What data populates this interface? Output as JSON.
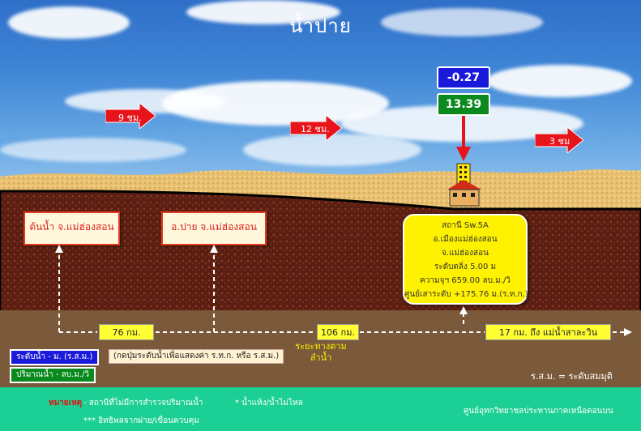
{
  "title": "น้ำปาย",
  "speeds": [
    {
      "label": "9 ชม."
    },
    {
      "label": "12 ชม."
    },
    {
      "label": "3 ชม"
    }
  ],
  "station_values": {
    "level_diff": "-0.27",
    "level_value": "13.39"
  },
  "locations": {
    "source": "ต้นน้ำ จ.แม่ฮ่องสอน",
    "pai": "อ.ปาย จ.แม่ฮ่องสอน"
  },
  "station": {
    "name": "สถานี Sw.5A",
    "district": "อ.เมืองแม่ฮ่องสอน",
    "province": "จ.แม่ฮ่องสอน",
    "bank_level": "ระดับตลิ่ง 5.00 ม",
    "capacity": "ความจุฯ 659.00 ลบ.ม./วิ",
    "datum": "ศูนย์เสาระดับ +175.76 ม.(ร.ท.ก.)"
  },
  "distances": {
    "d1": "76 กม.",
    "d2": "106 กม.",
    "d3": "17 กม. ถึง แม่น้ำสาละวิน"
  },
  "river_distance_label": "ระยะทางตามลำน้ำ",
  "legend": {
    "level_label": "ระดับน้ำ - ม. (ร.ส.ม.)",
    "flow_label": "ปริมาณน้ำ - ลบ.ม./วิ",
    "hint": "(กดปุ่มระดับน้ำเพื่อแสดงค่า ร.ท.ก. หรือ ร.ส.ม.)",
    "abbreviation": "ร.ส.ม. = ระดับสมมุติ"
  },
  "notes": {
    "heading": "หมายเหตุ",
    "no_survey": "-  สถานีที่ไม่มีการสำรวจปริมาณน้ำ",
    "dry": "*  น้ำแห้ง/น้ำไม่ไหล",
    "backwater": "*** อิทธิพลจากฝาย/เขื่อนควบคุม"
  },
  "center_name": "ศูนย์อุทกวิทยาชลประทานภาคเหนือตอนบน",
  "colors": {
    "level_blue": "#1a1adb",
    "flow_green": "#0a8a1e",
    "arrow_red": "#e8141c",
    "footer": "#1ccf95"
  }
}
